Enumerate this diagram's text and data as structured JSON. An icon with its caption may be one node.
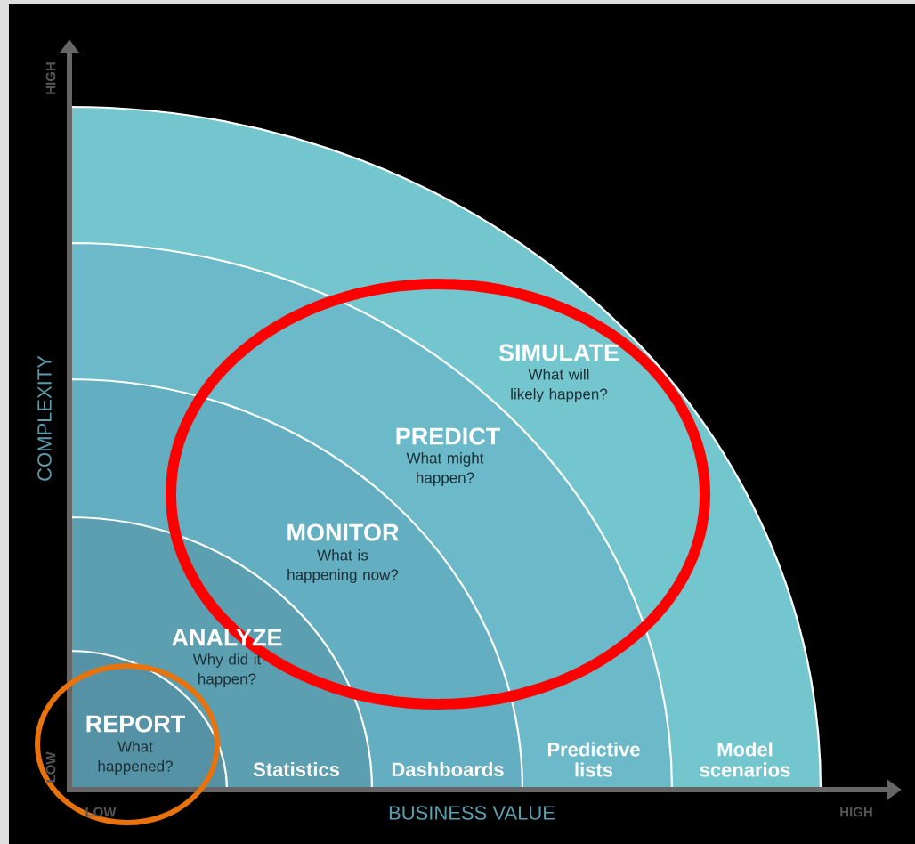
{
  "diagram": {
    "nodes": [
      {
        "text": [
          "REPORT",
          "What happened?"
        ]
      },
      {
        "text": [
          "ANALYZE",
          "Why did it happen?",
          "Statistics"
        ]
      },
      {
        "text": [
          "MONITOR",
          "What is happening now?",
          "Dashboards"
        ]
      },
      {
        "text": [
          "PREDICT",
          "What might happen?",
          "Predictive lists"
        ]
      },
      {
        "text": [
          "SIMULATE",
          "What will likely happen?",
          "Model scenarios"
        ]
      }
    ],
    "labels": [
      "HIGH",
      "COMPLEXITY",
      "LOW",
      "LOW",
      "BUSINESS VALUE",
      "HIGH"
    ]
  }
}
